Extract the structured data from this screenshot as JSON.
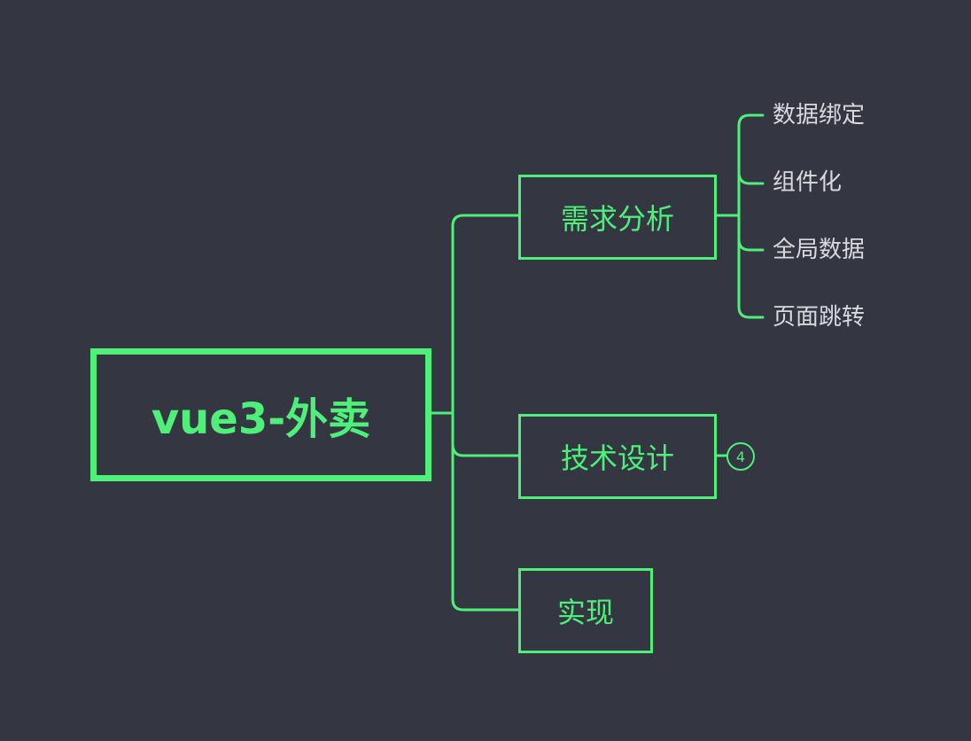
{
  "theme": {
    "background": "#343642",
    "accent": "#4ef07a",
    "leaf_text": "#d9d9de"
  },
  "root": {
    "label": "vue3-外卖"
  },
  "branches": [
    {
      "label": "需求分析",
      "children": [
        "数据绑定",
        "组件化",
        "全局数据",
        "页面跳转"
      ]
    },
    {
      "label": "技术设计",
      "collapsed_count": "4"
    },
    {
      "label": "实现"
    }
  ]
}
